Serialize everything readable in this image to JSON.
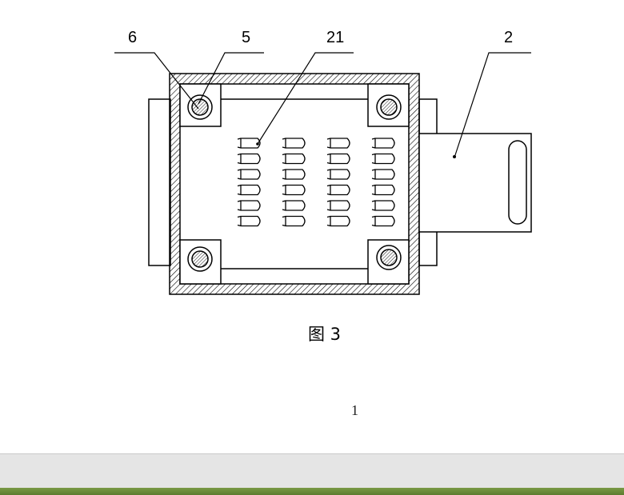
{
  "figure": {
    "caption": "图 3",
    "callouts": [
      {
        "id": "6",
        "label": "6"
      },
      {
        "id": "5",
        "label": "5"
      },
      {
        "id": "21",
        "label": "21"
      },
      {
        "id": "2",
        "label": "2"
      }
    ],
    "slot_grid": {
      "rows": 6,
      "columns": 4
    }
  },
  "page": {
    "number": "1"
  },
  "colors": {
    "ink": "#000000",
    "bottom_bar": "#e5e5e5",
    "green_strip": "#6b8b3a"
  }
}
